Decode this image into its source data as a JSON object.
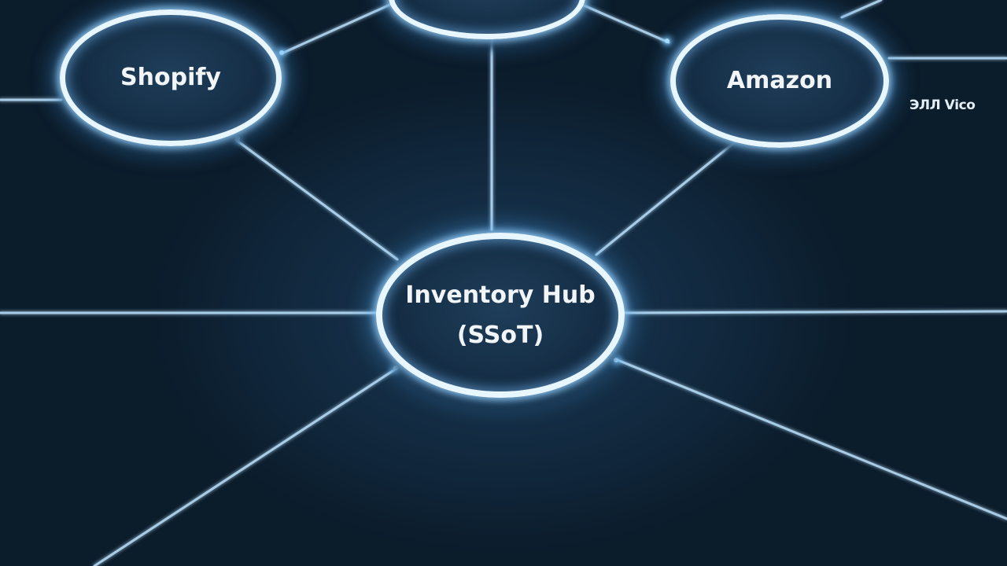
{
  "diagram": {
    "nodes": {
      "shopify": "Shopify",
      "amazon": "Amazon",
      "hub_line1": "Inventory Hub",
      "hub_line2": "(SSoT)",
      "top": ""
    },
    "edge_text": "ЭЛЛ Vіcо"
  },
  "colors": {
    "background": "#0b1c2b",
    "node_ring": "#e8f6ff",
    "connector": "#b9e0fb",
    "glow": "#5fb0ea"
  }
}
